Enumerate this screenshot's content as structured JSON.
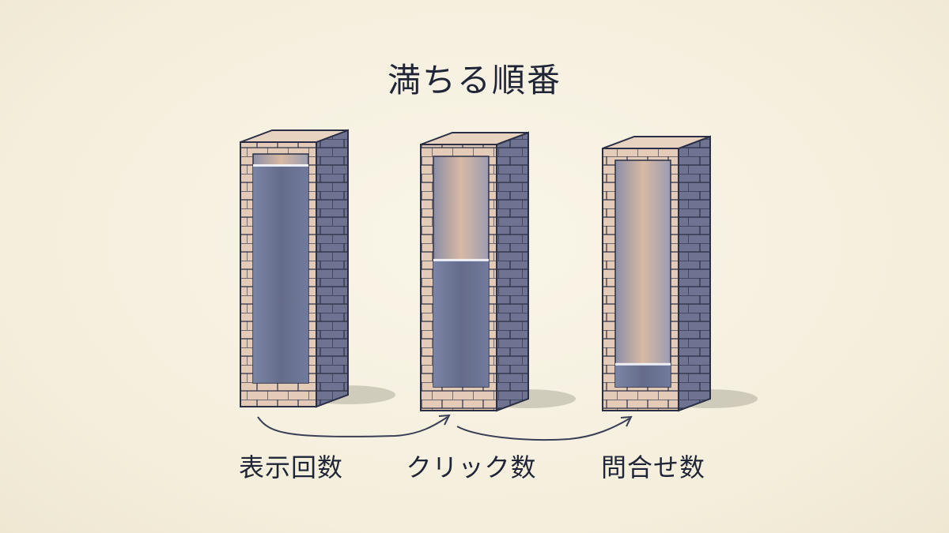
{
  "title": "満ちる順番",
  "columns": [
    {
      "label": "表示回数",
      "fill_level": 0.95
    },
    {
      "label": "クリック数",
      "fill_level": 0.55
    },
    {
      "label": "問合せ数",
      "fill_level": 0.1
    }
  ],
  "colors": {
    "brick": "#e4cbb7",
    "brick_line": "#2a2f45",
    "water": "#6c7596",
    "water_dark": "#4e5778",
    "background": "#f6f1e2",
    "text": "#1f2436"
  }
}
